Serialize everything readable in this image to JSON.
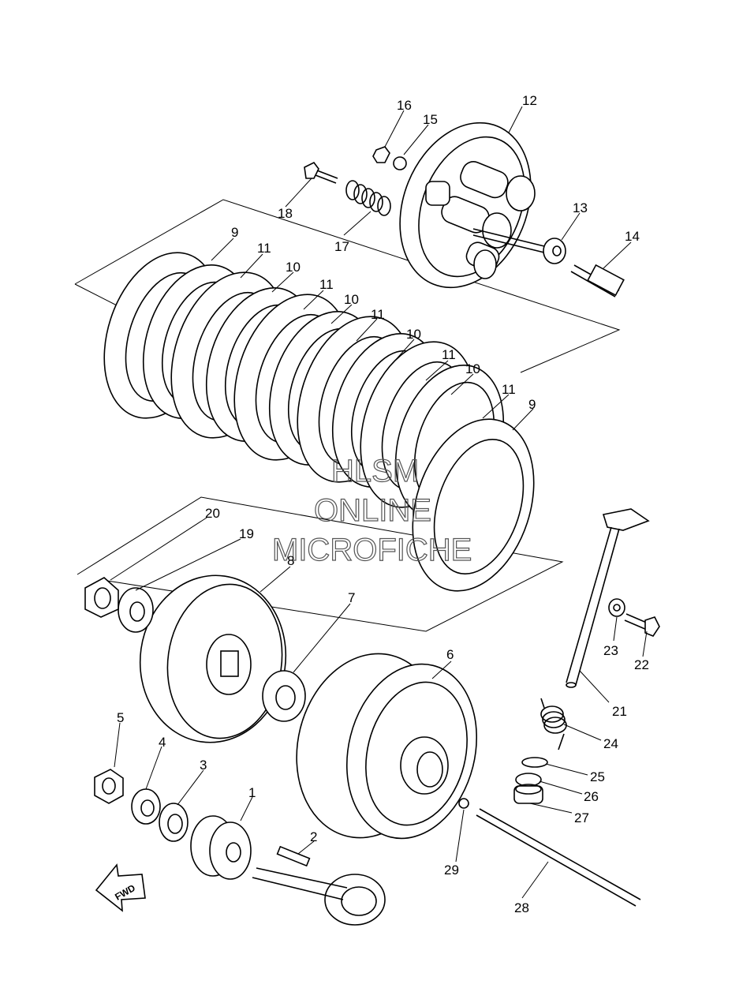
{
  "callouts": [
    {
      "id": "c1",
      "text": "1"
    },
    {
      "id": "c2",
      "text": "2"
    },
    {
      "id": "c3",
      "text": "3"
    },
    {
      "id": "c4",
      "text": "4"
    },
    {
      "id": "c5",
      "text": "5"
    },
    {
      "id": "c6",
      "text": "6"
    },
    {
      "id": "c7",
      "text": "7"
    },
    {
      "id": "c8",
      "text": "8"
    },
    {
      "id": "c9a",
      "text": "9"
    },
    {
      "id": "c9b",
      "text": "9"
    },
    {
      "id": "c10a",
      "text": "10"
    },
    {
      "id": "c10b",
      "text": "10"
    },
    {
      "id": "c10c",
      "text": "10"
    },
    {
      "id": "c10d",
      "text": "10"
    },
    {
      "id": "c11a",
      "text": "11"
    },
    {
      "id": "c11b",
      "text": "11"
    },
    {
      "id": "c11c",
      "text": "11"
    },
    {
      "id": "c11d",
      "text": "11"
    },
    {
      "id": "c11e",
      "text": "11"
    },
    {
      "id": "c12",
      "text": "12"
    },
    {
      "id": "c13",
      "text": "13"
    },
    {
      "id": "c14",
      "text": "14"
    },
    {
      "id": "c15",
      "text": "15"
    },
    {
      "id": "c16",
      "text": "16"
    },
    {
      "id": "c17",
      "text": "17"
    },
    {
      "id": "c18",
      "text": "18"
    },
    {
      "id": "c19",
      "text": "19"
    },
    {
      "id": "c20",
      "text": "20"
    },
    {
      "id": "c21",
      "text": "21"
    },
    {
      "id": "c22",
      "text": "22"
    },
    {
      "id": "c23",
      "text": "23"
    },
    {
      "id": "c24",
      "text": "24"
    },
    {
      "id": "c25",
      "text": "25"
    },
    {
      "id": "c26",
      "text": "26"
    },
    {
      "id": "c27",
      "text": "27"
    },
    {
      "id": "c28",
      "text": "28"
    },
    {
      "id": "c29",
      "text": "29"
    }
  ],
  "watermark": {
    "line1": "HLSM",
    "line2": "ONLINE",
    "line3": "MICROFICHE"
  },
  "direction_arrow": {
    "label": "FWD"
  },
  "colors": {
    "line": "#000000",
    "background": "#ffffff",
    "watermark": "#555555"
  }
}
